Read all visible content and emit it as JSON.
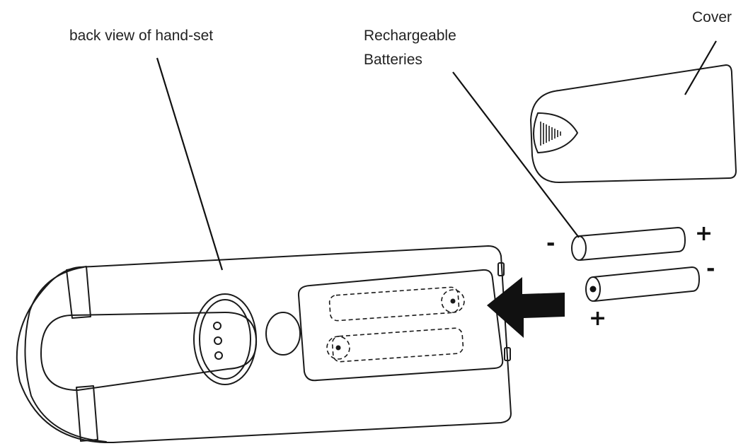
{
  "labels": {
    "handset": "back view of hand-set",
    "batteries_line1": "Rechargeable",
    "batteries_line2": "Batteries",
    "cover": "Cover"
  },
  "polarity": {
    "battery1_left": "-",
    "battery1_right": "+",
    "battery2_right": "-",
    "battery2_left": "+"
  },
  "colors": {
    "line": "#1a1a1a",
    "arrow": "#111111",
    "background": "#ffffff"
  }
}
